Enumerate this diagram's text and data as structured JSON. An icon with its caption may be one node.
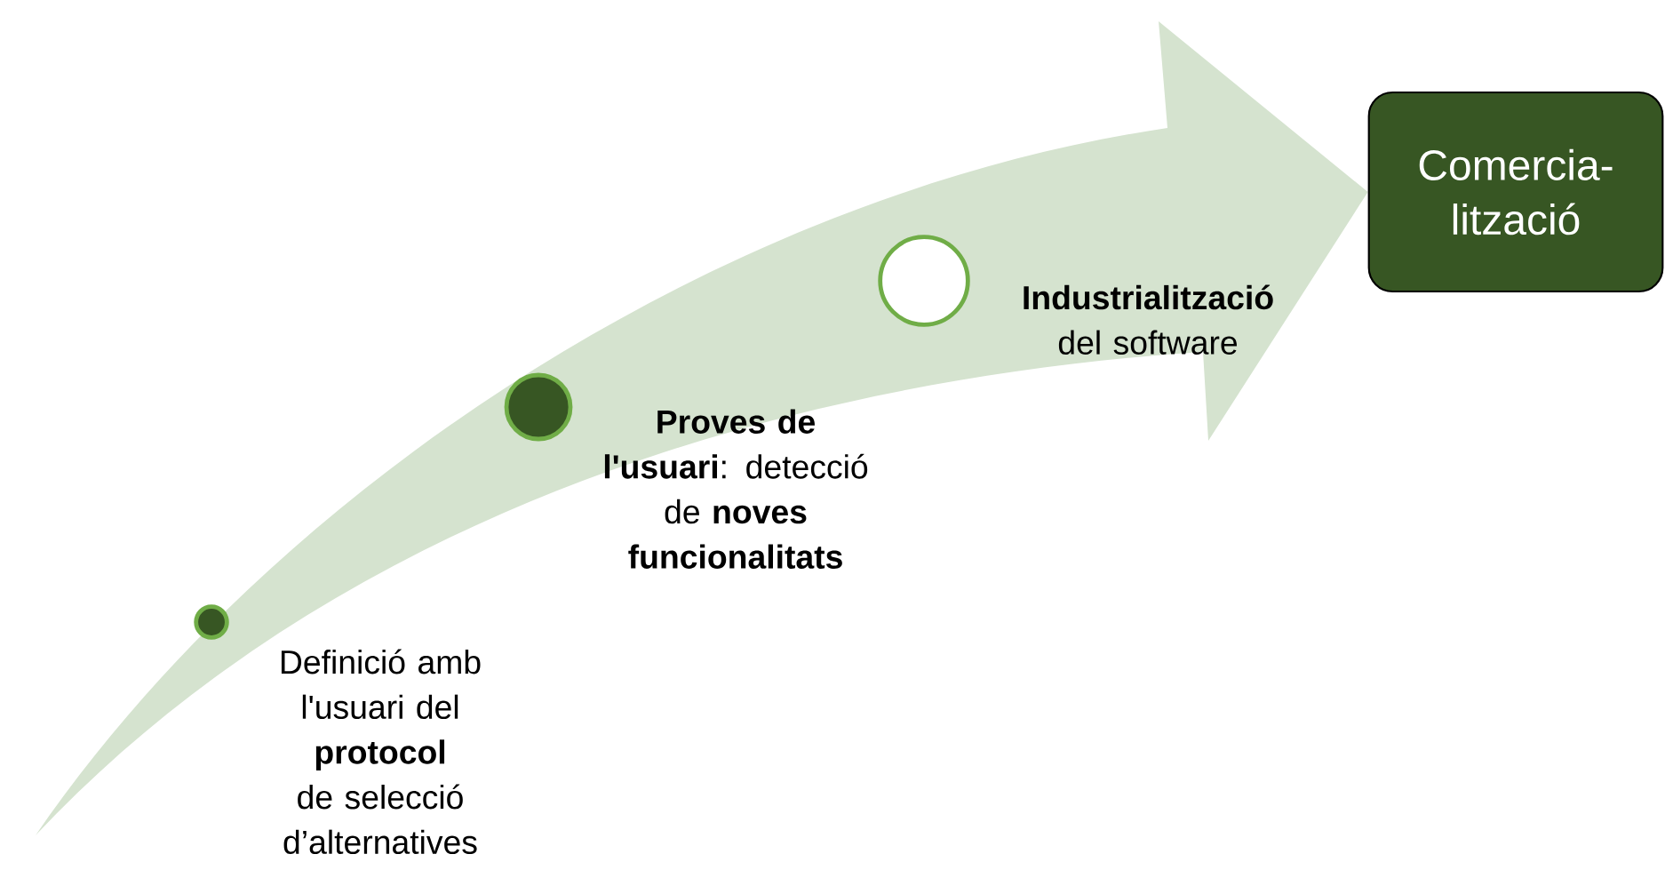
{
  "diagram": {
    "nodes": [
      {
        "text": [],
        "shape": "circle",
        "beside": [
          "Definició amb l'usuari del **protocol** de selecció d’alternatives"
        ]
      },
      {
        "text": [],
        "shape": "circle",
        "beside": [
          "**Proves de l'usuari**: detecció de **noves funcionalitats**"
        ]
      },
      {
        "text": [],
        "shape": "circle",
        "beside": [
          "**Industrialització** del software"
        ]
      },
      {
        "text": [
          "Comercia- lització"
        ]
      }
    ],
    "edges": [
      {
        "from": null,
        "to": 3,
        "arrow": "to"
      }
    ]
  }
}
